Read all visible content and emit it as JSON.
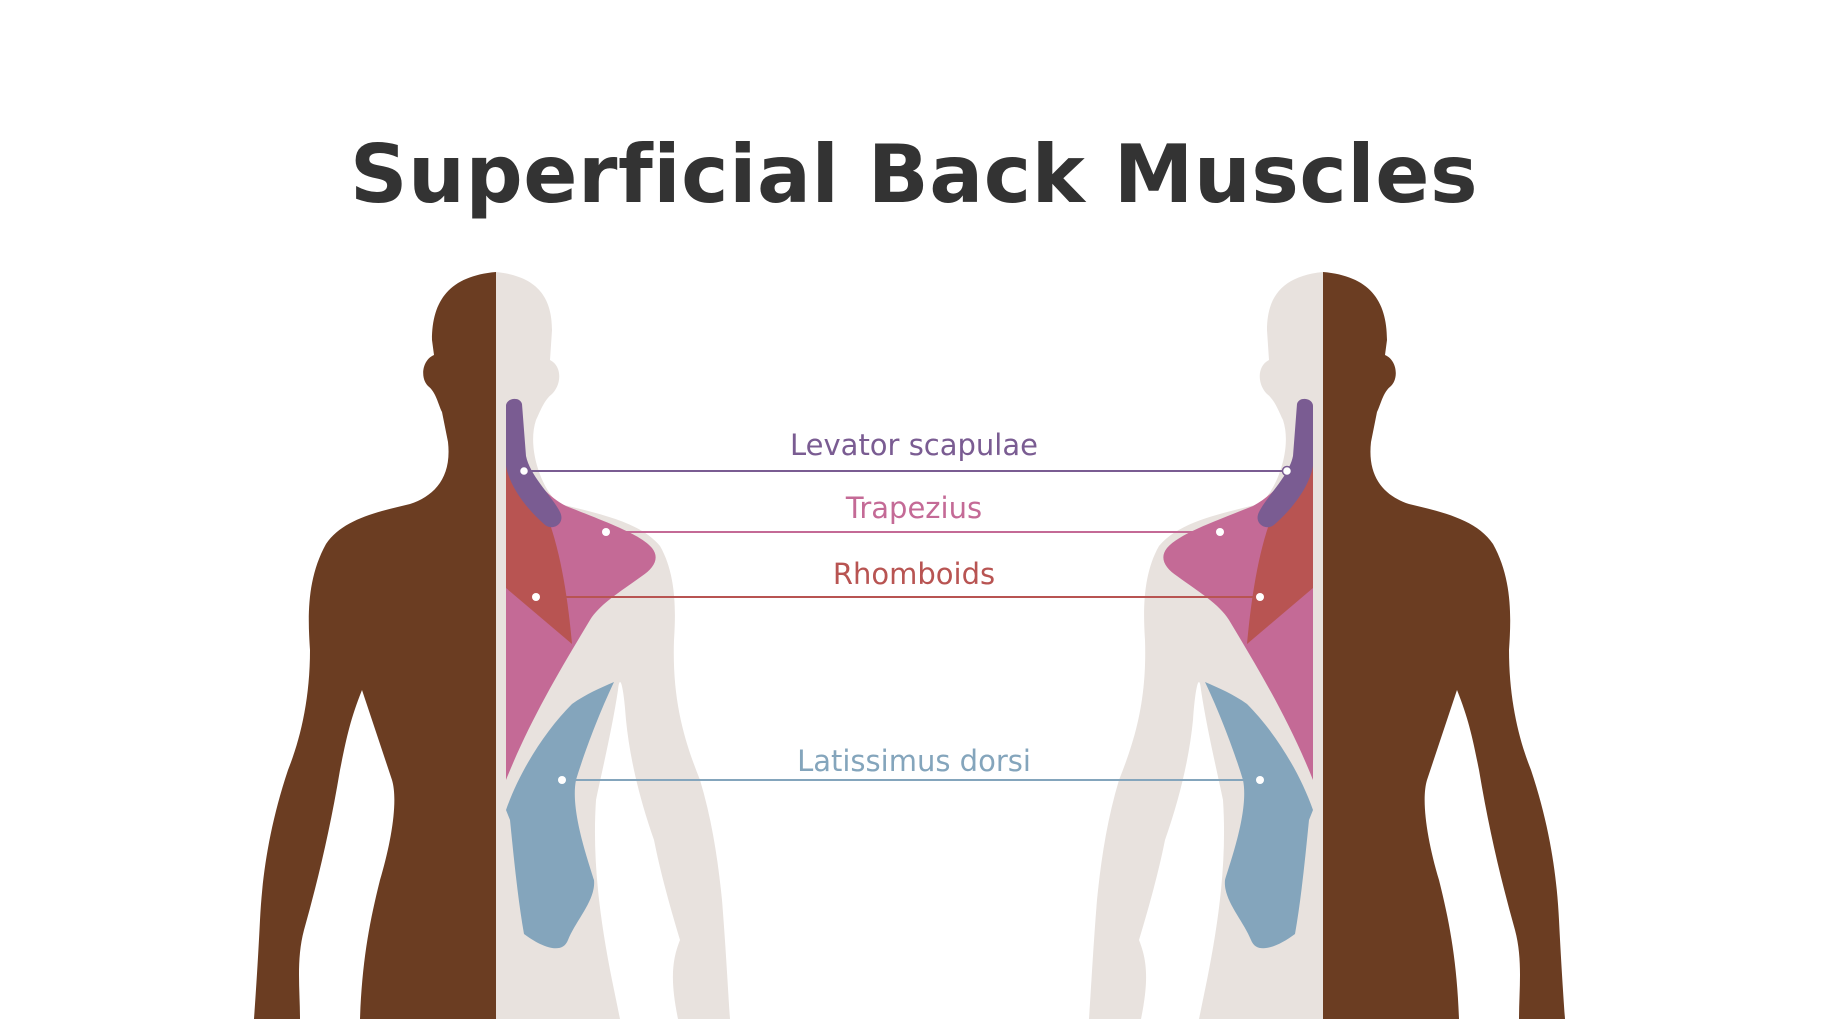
{
  "title": "Superficial Back Muscles",
  "colors": {
    "skin_dark": "#6B3D22",
    "skin_light": "#E8E2DE",
    "levator_scapulae": "#7A5C92",
    "trapezius": "#C46A96",
    "rhomboids": "#B85452",
    "latissimus_dorsi": "#84A5BC",
    "title": "#333333"
  },
  "labels": {
    "levator_scapulae": "Levator scapulae",
    "trapezius": "Trapezius",
    "rhomboids": "Rhomboids",
    "latissimus_dorsi": "Latissimus dorsi"
  }
}
